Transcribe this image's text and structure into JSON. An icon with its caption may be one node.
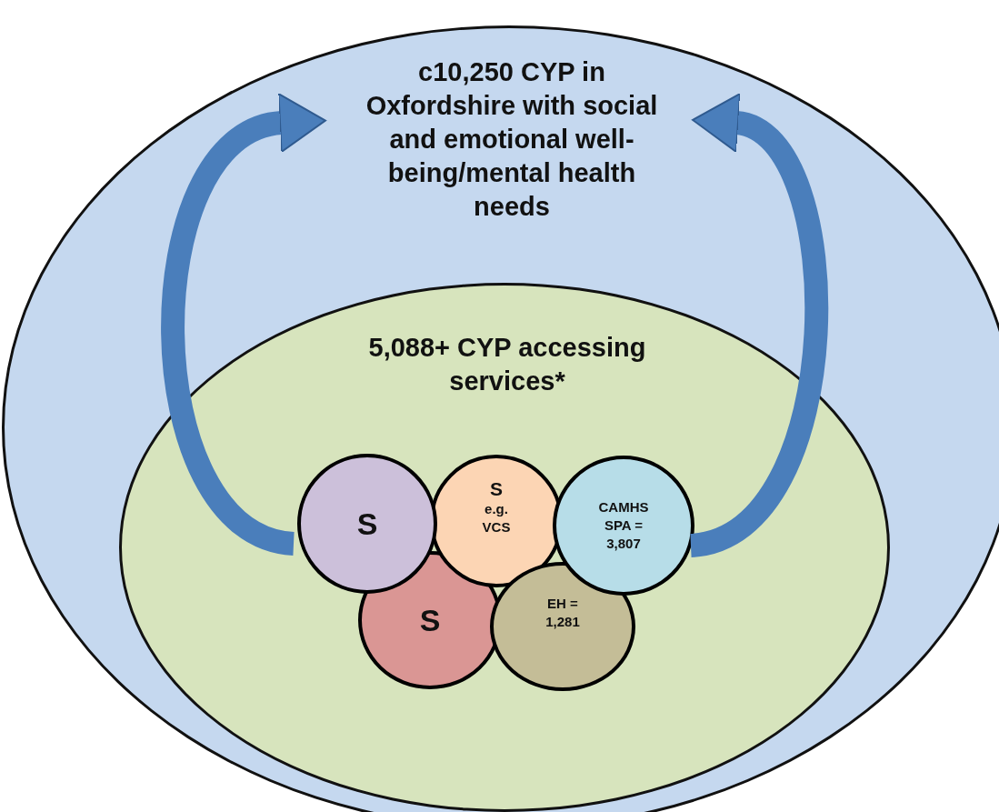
{
  "diagram": {
    "nodes": [
      {
        "text": [
          "c10,250 CYP in Oxfordshire with social and emotional well-being/mental health needs"
        ]
      },
      {
        "text": [
          "5,088+ CYP accessing services*"
        ],
        "in": 0
      },
      {
        "text": [
          "S"
        ],
        "in": 1
      },
      {
        "text": [
          "S",
          "e.g. VCS"
        ],
        "in": 1
      },
      {
        "text": [
          "CAMHS SPA = 3,807"
        ],
        "in": 1
      },
      {
        "text": [
          "S"
        ],
        "in": 1
      },
      {
        "text": [
          "EH = 1,281"
        ],
        "in": 1
      }
    ],
    "edges": [
      {
        "from": 2,
        "to": 0,
        "arrow": "to"
      },
      {
        "from": 4,
        "to": 0,
        "arrow": "to"
      }
    ]
  }
}
